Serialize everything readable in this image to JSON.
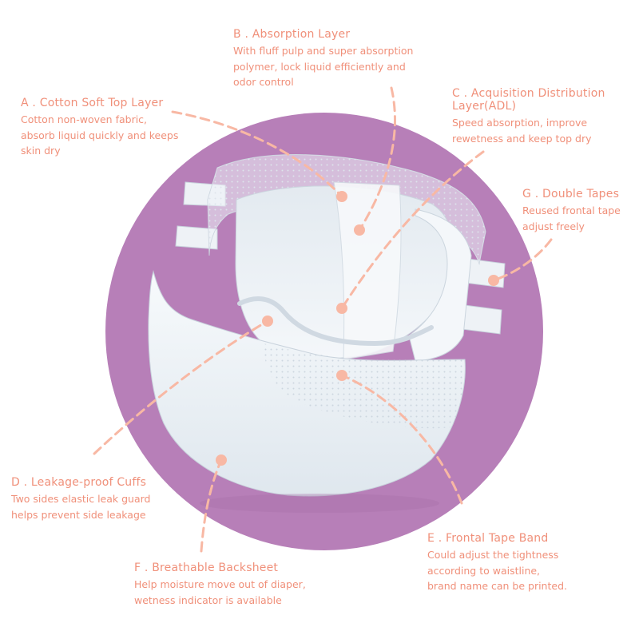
{
  "colors": {
    "circle": "#b77fb8",
    "label_text": "#f0907a",
    "marker": "#f8b8a4",
    "diaper_body": "#eef3f7",
    "diaper_shadow": "#c7d2dc"
  },
  "labels": {
    "a": {
      "title": "A . Cotton Soft Top Layer",
      "lines": [
        "Cotton non-woven fabric,",
        "absorb liquid quickly and keeps",
        "skin dry"
      ]
    },
    "b": {
      "title": "B . Absorption Layer",
      "lines": [
        "With fluff pulp and super absorption",
        "polymer, lock liquid efficiently and",
        "odor control"
      ]
    },
    "c": {
      "title_lines": [
        "C . Acquisition Distribution",
        "Layer(ADL)"
      ],
      "lines": [
        "Speed absorption, improve",
        "rewetness and keep top dry"
      ]
    },
    "g": {
      "title": "G . Double Tapes",
      "lines": [
        "Reused frontal tape",
        "adjust freely"
      ]
    },
    "d": {
      "title": "D .  Leakage-proof Cuffs",
      "lines": [
        "Two sides elastic leak guard",
        "helps prevent side leakage"
      ]
    },
    "f": {
      "title": "F .  Breathable Backsheet",
      "lines": [
        "Help moisture move out of diaper,",
        "wetness indicator is available"
      ]
    },
    "e": {
      "title": "E .  Frontal Tape Band",
      "lines": [
        "Could adjust the tightness",
        "according to waistline,",
        "brand name can be printed."
      ]
    }
  }
}
